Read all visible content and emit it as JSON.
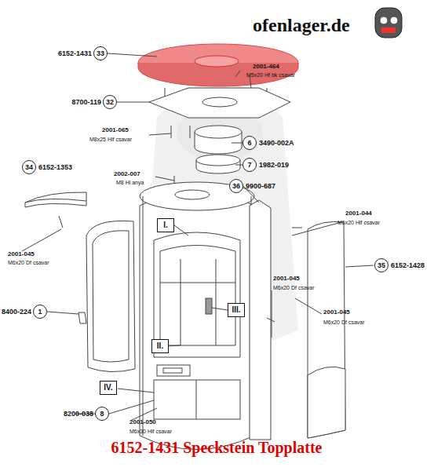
{
  "diagram": {
    "caption": "6152-1431 Speckstein Topplatte",
    "nodes": [
      {
        "text": [
          "33"
        ]
      },
      {
        "text": [
          "32"
        ]
      },
      {
        "text": [
          "6"
        ]
      },
      {
        "text": [
          "7"
        ]
      },
      {
        "text": [
          "34"
        ]
      },
      {
        "text": [
          "36"
        ]
      },
      {
        "text": [
          "I."
        ]
      },
      {
        "text": [
          "35"
        ]
      },
      {
        "text": [
          "III."
        ]
      },
      {
        "text": [
          "1"
        ]
      },
      {
        "text": [
          "II."
        ]
      },
      {
        "text": [
          "IV."
        ]
      },
      {
        "text": [
          "8"
        ]
      }
    ],
    "labels": [
      "ofenlager.de",
      "6152-1431",
      "2001-464",
      "M5x20 Hf bk csavar",
      "8700-119",
      "2001-065",
      "M8x25 Hlf csavar",
      "3490-002A",
      "1982-019",
      "6152-1353",
      "2002-007",
      "M8 Hl anya",
      "9900-687",
      "2001-044",
      "M6x20 Hlf csavar",
      "2001-045",
      "M6x20 Df csavar",
      "6152-1428",
      "2001-045",
      "M6x20 Df csavar",
      "2001-045",
      "M6x20 Df csavar",
      "8400-224",
      "8200-038",
      "2001-050",
      "M6x30 Hlf csavar"
    ]
  }
}
